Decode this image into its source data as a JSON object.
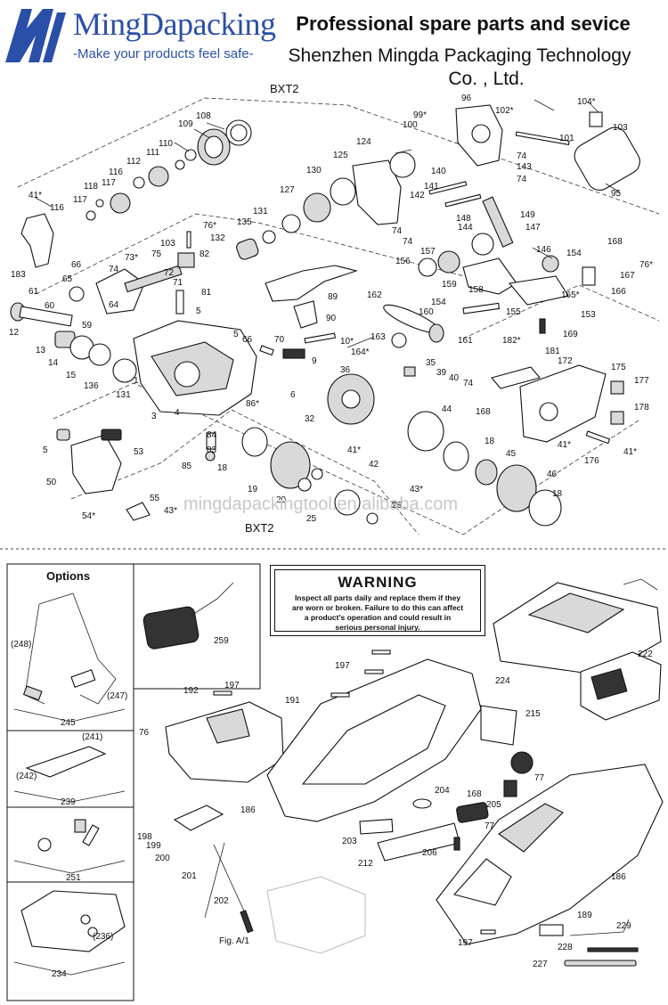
{
  "header": {
    "brand_name": "MingDapacking",
    "slogan": "-Make your products feel safe-",
    "title": "Professional spare parts and sevice",
    "company_line1": "Shenzhen Mingda Packaging Technology",
    "company_line2": "Co. , Ltd."
  },
  "diagram": {
    "model_top": "BXT2",
    "model_bottom": "BXT2",
    "watermark": "mingdapackingtool.en.alibaba.com",
    "fig_label": "Fig. A/1"
  },
  "options": {
    "title": "Options"
  },
  "warning": {
    "title": "WARNING",
    "text_line1": "Inspect all parts daily and replace them if they",
    "text_line2": "are worn or broken. Failure to do this can affect",
    "text_line3": "a product's operation and could result in",
    "text_line4": "serious personal injury."
  },
  "labels_top": [
    {
      "t": "108"
    },
    {
      "t": "109"
    },
    {
      "t": "110"
    },
    {
      "t": "111"
    },
    {
      "t": "112"
    },
    {
      "t": "116"
    },
    {
      "t": "117"
    },
    {
      "t": "118"
    },
    {
      "t": "41*"
    },
    {
      "t": "116"
    },
    {
      "t": "117"
    },
    {
      "t": "183"
    },
    {
      "t": "61"
    },
    {
      "t": "65"
    },
    {
      "t": "66"
    },
    {
      "t": "74"
    },
    {
      "t": "72"
    },
    {
      "t": "71"
    },
    {
      "t": "81"
    },
    {
      "t": "60"
    },
    {
      "t": "64"
    },
    {
      "t": "5"
    },
    {
      "t": "59"
    },
    {
      "t": "12"
    },
    {
      "t": "13"
    },
    {
      "t": "14"
    },
    {
      "t": "15"
    },
    {
      "t": "136"
    },
    {
      "t": "131"
    },
    {
      "t": "1"
    },
    {
      "t": "3"
    },
    {
      "t": "4"
    },
    {
      "t": "5"
    },
    {
      "t": "66"
    },
    {
      "t": "70"
    },
    {
      "t": "9"
    },
    {
      "t": "10*"
    },
    {
      "t": "73*"
    },
    {
      "t": "75"
    },
    {
      "t": "103"
    },
    {
      "t": "76*"
    },
    {
      "t": "82"
    },
    {
      "t": "132"
    },
    {
      "t": "135"
    },
    {
      "t": "131"
    },
    {
      "t": "127"
    },
    {
      "t": "130"
    },
    {
      "t": "125"
    },
    {
      "t": "124"
    },
    {
      "t": "89"
    },
    {
      "t": "90"
    },
    {
      "t": "99*"
    },
    {
      "t": "100"
    },
    {
      "t": "96"
    },
    {
      "t": "102*"
    },
    {
      "t": "101"
    },
    {
      "t": "104*"
    },
    {
      "t": "103"
    },
    {
      "t": "95"
    },
    {
      "t": "74"
    },
    {
      "t": "143"
    },
    {
      "t": "74"
    },
    {
      "t": "140"
    },
    {
      "t": "141"
    },
    {
      "t": "142"
    },
    {
      "t": "148"
    },
    {
      "t": "144"
    },
    {
      "t": "149"
    },
    {
      "t": "147"
    },
    {
      "t": "74"
    },
    {
      "t": "74"
    },
    {
      "t": "157"
    },
    {
      "t": "146"
    },
    {
      "t": "154"
    },
    {
      "t": "168"
    },
    {
      "t": "167"
    },
    {
      "t": "76*"
    },
    {
      "t": "156"
    },
    {
      "t": "159"
    },
    {
      "t": "158"
    },
    {
      "t": "165*"
    },
    {
      "t": "166"
    },
    {
      "t": "162"
    },
    {
      "t": "160"
    },
    {
      "t": "154"
    },
    {
      "t": "155"
    },
    {
      "t": "153"
    },
    {
      "t": "163"
    },
    {
      "t": "161"
    },
    {
      "t": "169"
    },
    {
      "t": "164*"
    },
    {
      "t": "182*"
    },
    {
      "t": "181"
    },
    {
      "t": "172"
    },
    {
      "t": "175"
    },
    {
      "t": "177"
    },
    {
      "t": "35"
    },
    {
      "t": "39"
    },
    {
      "t": "40"
    },
    {
      "t": "74"
    },
    {
      "t": "36"
    },
    {
      "t": "6"
    },
    {
      "t": "86*"
    },
    {
      "t": "32"
    },
    {
      "t": "44"
    },
    {
      "t": "168"
    },
    {
      "t": "178"
    },
    {
      "t": "84"
    },
    {
      "t": "83"
    },
    {
      "t": "85"
    },
    {
      "t": "41*"
    },
    {
      "t": "42"
    },
    {
      "t": "18"
    },
    {
      "t": "45"
    },
    {
      "t": "41*"
    },
    {
      "t": "176"
    },
    {
      "t": "41*"
    },
    {
      "t": "5"
    },
    {
      "t": "53"
    },
    {
      "t": "50"
    },
    {
      "t": "18"
    },
    {
      "t": "19"
    },
    {
      "t": "20"
    },
    {
      "t": "43*"
    },
    {
      "t": "46"
    },
    {
      "t": "18"
    },
    {
      "t": "55"
    },
    {
      "t": "43*"
    },
    {
      "t": "54*"
    },
    {
      "t": "25"
    },
    {
      "t": "26"
    }
  ],
  "labels_bottom": [
    {
      "t": "(248)"
    },
    {
      "t": "(247)"
    },
    {
      "t": "245"
    },
    {
      "t": "(241)"
    },
    {
      "t": "(242)"
    },
    {
      "t": "239"
    },
    {
      "t": "251"
    },
    {
      "t": "(236)"
    },
    {
      "t": "234"
    },
    {
      "t": "259"
    },
    {
      "t": "197"
    },
    {
      "t": "192"
    },
    {
      "t": "197"
    },
    {
      "t": "191"
    },
    {
      "t": "76"
    },
    {
      "t": "186"
    },
    {
      "t": "198"
    },
    {
      "t": "199"
    },
    {
      "t": "200"
    },
    {
      "t": "201"
    },
    {
      "t": "202"
    },
    {
      "t": "224"
    },
    {
      "t": "222"
    },
    {
      "t": "215"
    },
    {
      "t": "77"
    },
    {
      "t": "168"
    },
    {
      "t": "204"
    },
    {
      "t": "205"
    },
    {
      "t": "203"
    },
    {
      "t": "212"
    },
    {
      "t": "206"
    },
    {
      "t": "77"
    },
    {
      "t": "186"
    },
    {
      "t": "189"
    },
    {
      "t": "197"
    },
    {
      "t": "229"
    },
    {
      "t": "228"
    },
    {
      "t": "227"
    }
  ],
  "colors": {
    "brand_blue": "#2a4fa8",
    "ink": "#111111",
    "watermark": "#c8c8c8"
  }
}
